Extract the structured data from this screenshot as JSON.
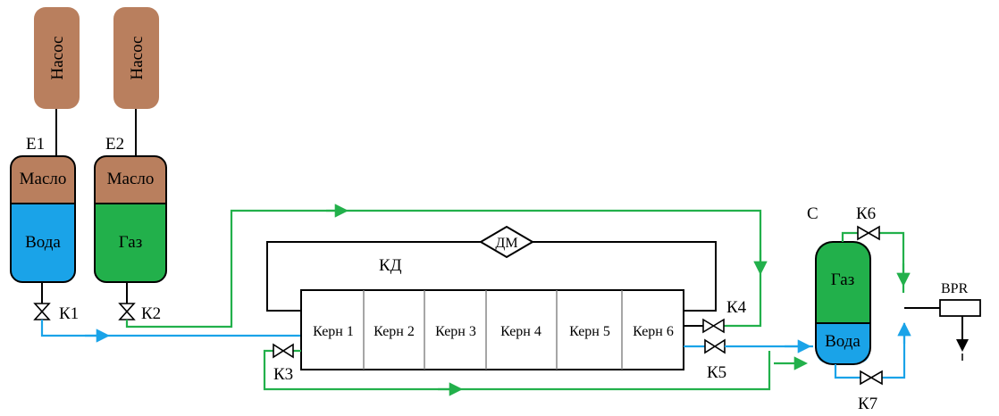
{
  "colors": {
    "brown": "#b97f5e",
    "blue": "#1aa3e8",
    "green": "#22b04b",
    "black": "#000000"
  },
  "pumps": {
    "pump1": "Насос",
    "pump2": "Насос"
  },
  "tanks": {
    "e1": {
      "name": "Е1",
      "top": "Масло",
      "bottom": "Вода"
    },
    "e2": {
      "name": "Е2",
      "top": "Масло",
      "bottom": "Газ"
    }
  },
  "valves": {
    "k1": "К1",
    "k2": "К2",
    "k3": "К3",
    "k4": "К4",
    "k5": "К5",
    "k6": "К6",
    "k7": "К7"
  },
  "core_holder": {
    "name": "КД",
    "dm": "ДМ",
    "cores": [
      "Керн 1",
      "Керн 2",
      "Керн 3",
      "Керн 4",
      "Керн 5",
      "Керн 6"
    ]
  },
  "separator": {
    "name": "С",
    "top": "Газ",
    "bottom": "Вода"
  },
  "bpr": "BPR"
}
